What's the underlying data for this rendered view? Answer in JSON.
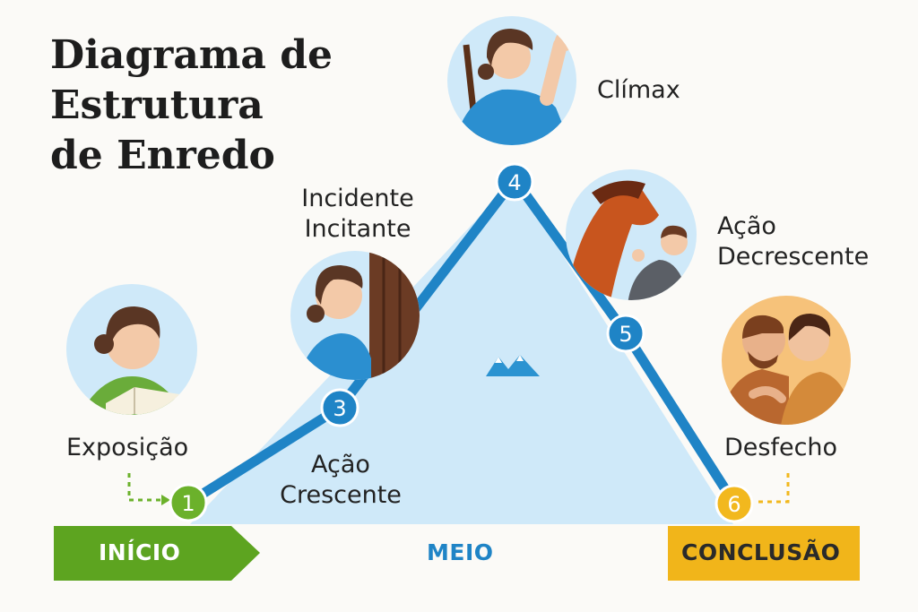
{
  "title": {
    "line1": "Diagrama de",
    "line2": "Estrutura",
    "line3": "de Enredo"
  },
  "stages": [
    {
      "number": "1",
      "label_lines": [
        "Exposição"
      ]
    },
    {
      "number": "3",
      "label_lines": [
        "Ação",
        "Crescente"
      ]
    },
    {
      "number": "",
      "label_lines": [
        "Incidente",
        "Incitante"
      ]
    },
    {
      "number": "4",
      "label_lines": [
        "Clímax"
      ]
    },
    {
      "number": "5",
      "label_lines": [
        "Ação",
        "Decrescente"
      ]
    },
    {
      "number": "6",
      "label_lines": [
        "Desfecho"
      ]
    }
  ],
  "bands": {
    "start": "INÍCIO",
    "middle": "MEIO",
    "end": "CONCLUSÃO"
  },
  "colors": {
    "blue": "#1f84c6",
    "triangle_fill": "#cfe9f9",
    "green": "#5da420",
    "yellow": "#f1b51a",
    "marker_green": "#6bb12b",
    "marker_yellow": "#f2b81e"
  },
  "icons": [
    "reading-woman-icon",
    "woman-at-door-icon",
    "woman-raising-fist-icon",
    "horse-and-man-icon",
    "embracing-couple-icon",
    "mountain-icon"
  ]
}
